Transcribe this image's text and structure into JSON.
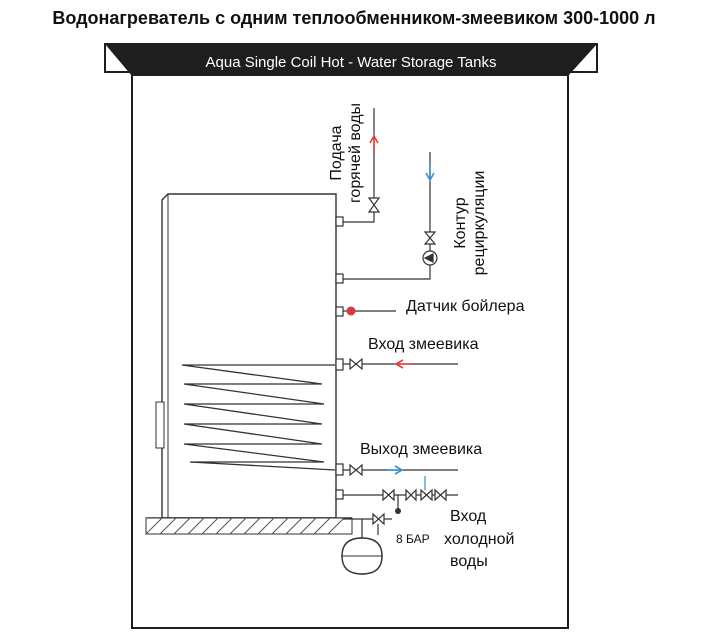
{
  "title": "Водонагреватель с одним теплообменником-змеевиком 300-1000 л",
  "banner": "Aqua Single Coil Hot - Water Storage Tanks",
  "labels": {
    "hot_supply_1": "Подача",
    "hot_supply_2": "горячей воды",
    "recirc_1": "Контур",
    "recirc_2": "рециркуляции",
    "sensor": "Датчик бойлера",
    "coil_in": "Вход змеевика",
    "coil_out": "Выход змеевика",
    "cold_in_1": "Вход",
    "cold_in_2": "холодной",
    "cold_in_3": "воды",
    "pressure": "8 БАР"
  },
  "colors": {
    "frame": "#1e1e1e",
    "line": "#333333",
    "hot": "#e04040",
    "cold": "#3a8fc8",
    "sensor": "#d83a3a"
  }
}
